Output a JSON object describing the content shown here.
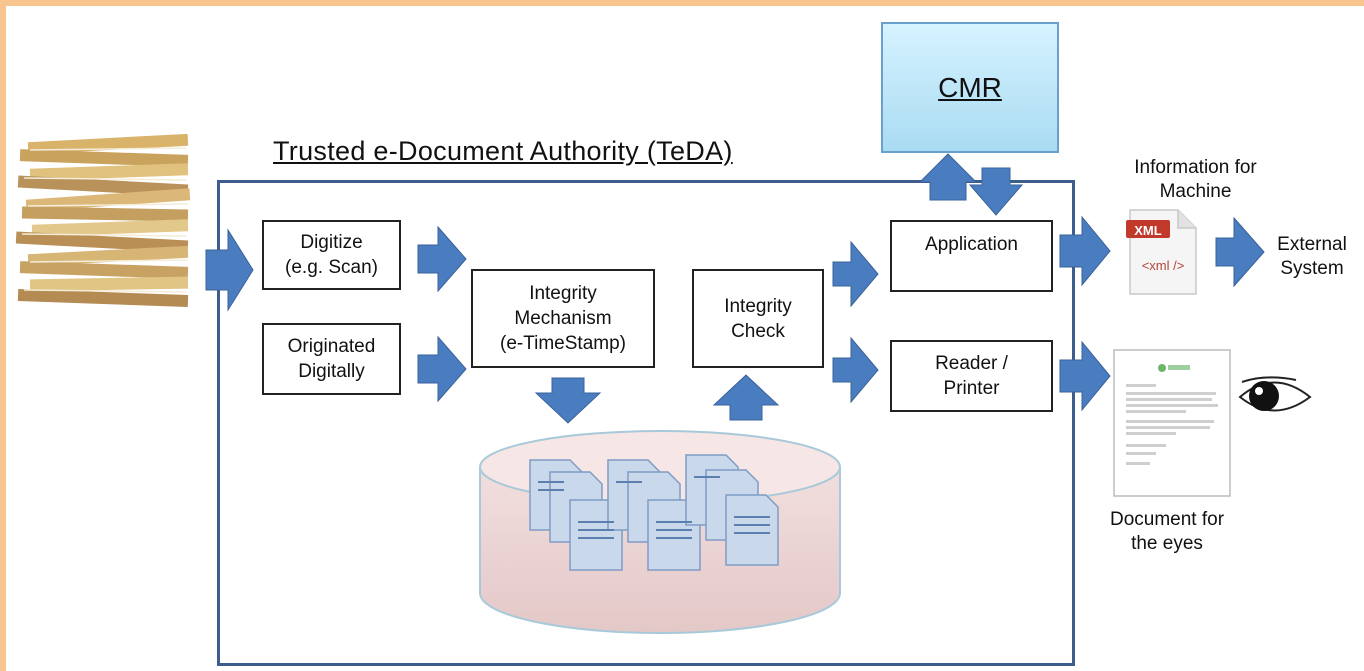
{
  "diagram": {
    "title": "Trusted e-Document Authority (TeDA)",
    "cmr": "CMR",
    "boxes": {
      "digitize": "Digitize\n(e.g. Scan)",
      "originated": "Originated\nDigitally",
      "integrity_mechanism": "Integrity\nMechanism\n(e-TimeStamp)",
      "integrity_check": "Integrity\nCheck",
      "application": "Application",
      "reader_printer": "Reader /\nPrinter"
    },
    "outputs": {
      "info_machine": "Information for\nMachine",
      "xml_badge": "XML",
      "xml_tag": "<xml />",
      "external_system": "External\nSystem",
      "document_eyes": "Document for\nthe eyes"
    },
    "colors": {
      "arrow": "#4a7cc0",
      "frame": "#3d5e8c",
      "database": "#eed8d8",
      "accent_border": "#f8c58e"
    }
  }
}
